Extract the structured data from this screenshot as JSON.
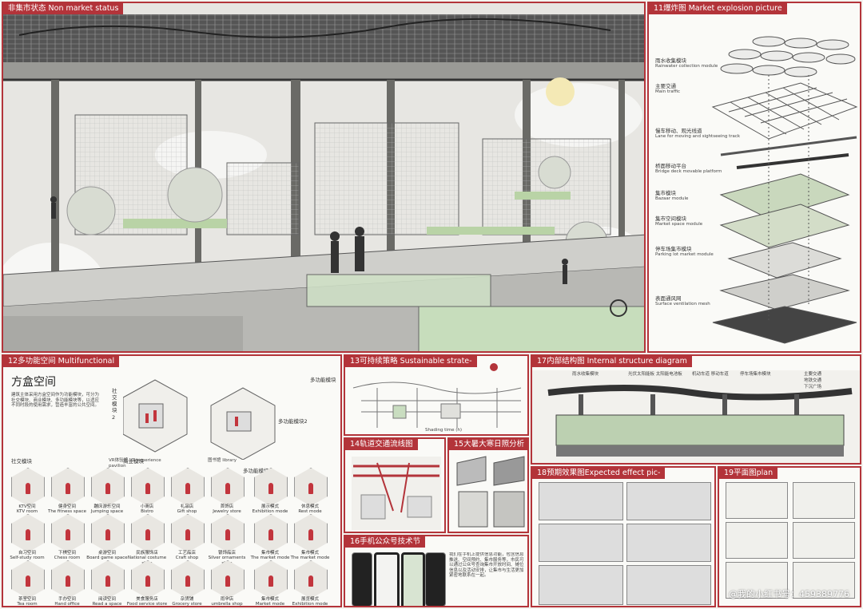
{
  "panels": {
    "p1": "非集市状态  Non market status",
    "p11": "11爆炸图 Market explosion picture",
    "p12": "12多功能空间 Multifunctional",
    "p13": "13可持续策略 Sustainable strate-",
    "p14": "14轨道交通流线图",
    "p15": "15大暑大寒日照分析",
    "p16": "16手机公众号技术节",
    "p17": "17内部结构图     Internal structure diagram",
    "p18": "18预期效果图Expected effect pic-",
    "p19": "19平面图plan"
  },
  "explosion_labels": [
    {
      "cn": "雨水收集模块",
      "en": "Rainwater collection module"
    },
    {
      "cn": "主要交通",
      "en": "Main traffic"
    },
    {
      "cn": "慢车移动、观光线道",
      "en": "Lane for moving and sightseeing track"
    },
    {
      "cn": "桥面移动平台",
      "en": "Bridge deck movable platform"
    },
    {
      "cn": "集市模块",
      "en": "Bazaar module"
    },
    {
      "cn": "集市空间模块",
      "en": "Market space module"
    },
    {
      "cn": "停车场集市模块",
      "en": "Parking lot market module"
    },
    {
      "cn": "表面通风网",
      "en": "Surface ventilation mesh"
    }
  ],
  "multifunctional": {
    "title": "方盒空间",
    "description": "建筑主体采用方盒空间作为功能模块，可分为社交模块、商业模块、多功能模块等，以适应不同时段的使用需求，营造丰富的公共空间。",
    "social_module_vertical": "社交模块2",
    "experience_pavilion": "VR体验馆 VR experience pavilion",
    "library": "图书馆 library",
    "multi_module_2": "多功能模块2",
    "social_label": "社交模块",
    "commerce_label": "商业模块",
    "multi_label": "多功能模块",
    "multi_top_label": "多功能模块",
    "hex_rows": [
      [
        {
          "cn": "KTV空间",
          "en": "KTV room"
        },
        {
          "cn": "健身空间",
          "en": "The fitness space"
        },
        {
          "cn": "蹦床游乐空间",
          "en": "Jumping space"
        },
        {
          "cn": "小商店",
          "en": "Bistro"
        },
        {
          "cn": "礼品店",
          "en": "Gift shop"
        },
        {
          "cn": "首饰店",
          "en": "Jewelry store"
        },
        {
          "cn": "展示模式",
          "en": "Exhibition mode"
        },
        {
          "cn": "休息模式",
          "en": "Rest mode"
        }
      ],
      [
        {
          "cn": "自习空间",
          "en": "Self-study room"
        },
        {
          "cn": "下棋空间",
          "en": "Chess room"
        },
        {
          "cn": "桌游空间",
          "en": "Board game space"
        },
        {
          "cn": "民族服饰店",
          "en": "National costume shop"
        },
        {
          "cn": "工艺品店",
          "en": "Craft shop"
        },
        {
          "cn": "银饰品店",
          "en": "Silver ornaments shop"
        },
        {
          "cn": "集市模式",
          "en": "The market mode"
        },
        {
          "cn": "集市模式",
          "en": "The market mode"
        }
      ],
      [
        {
          "cn": "茶室空间",
          "en": "Tea room"
        },
        {
          "cn": "手办空间",
          "en": "Hand office"
        },
        {
          "cn": "阅读空间",
          "en": "Read a space"
        },
        {
          "cn": "美食服务店",
          "en": "Food service store"
        },
        {
          "cn": "杂货铺",
          "en": "Grocery store"
        },
        {
          "cn": "雨伞店",
          "en": "umbrella shop"
        },
        {
          "cn": "集市模式",
          "en": "Market mode"
        },
        {
          "cn": "展览模式",
          "en": "Exhibition mode"
        }
      ]
    ]
  },
  "sustainable": {
    "shading": "Shading time (h)"
  },
  "internal_labels": [
    "雨水收集模块",
    "光伏太阳能板 太阳能电池板",
    "机动车道 移动车道",
    "停车场集市模块",
    "主要交通",
    "地铁交通",
    "下沉广场"
  ],
  "wechat_text": "我们在手机上提供信息功能，包含信息推送、空间预约、集市服务等，市民可以通过公众号查询集市开放时间、摊位信息以及活动安排，让集市与生活更加紧密地联系在一起。",
  "watermark": "@我的小红书号：459389776",
  "colors": {
    "accent": "#b3343a",
    "paper": "#fafaf7"
  }
}
